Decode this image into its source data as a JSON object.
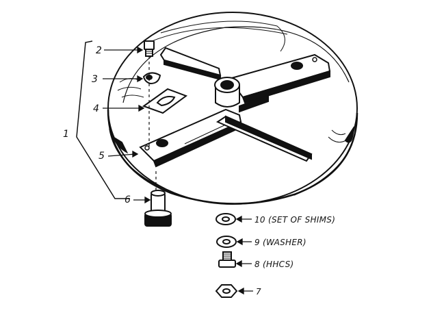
{
  "diagram": {
    "labels": {
      "group": "1",
      "p2": "2",
      "p3": "3",
      "p4": "4",
      "p5": "5",
      "p6": "6",
      "p7": "7",
      "p8": "8 (HHCS)",
      "p9": "9 (WASHER)",
      "p10": "10 (SET OF SHIMS)"
    }
  },
  "colors": {
    "ink": "#111111",
    "paper": "#ffffff"
  }
}
